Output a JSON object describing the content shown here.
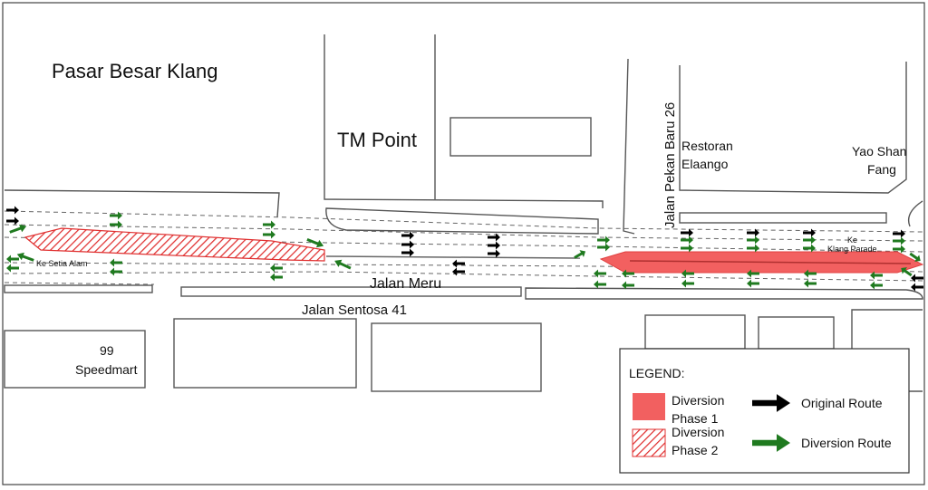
{
  "map": {
    "places": {
      "pasar": "Pasar Besar Klang",
      "tm_point": "TM Point",
      "restoran_1": "Restoran",
      "restoran_2": "Elaango",
      "yao_1": "Yao Shan",
      "yao_2": "Fang",
      "speedmart_1": "99",
      "speedmart_2": "Speedmart"
    },
    "roads": {
      "pekan_baru": "Jalan Pekan Baru 26",
      "meru": "Jalan Meru",
      "sentosa": "Jalan Sentosa 41",
      "setia_alam": "Ke Setia Alam",
      "klang_parade_1": "Ke",
      "klang_parade_2": "Klang Parade"
    }
  },
  "legend": {
    "title": "LEGEND:",
    "phase1_1": "Diversion",
    "phase1_2": "Phase 1",
    "phase2_1": "Diversion",
    "phase2_2": "Phase 2",
    "original": "Original Route",
    "diversion": "Diversion Route",
    "colors": {
      "phase": "#f26060",
      "original": "#000000",
      "diversion": "#1f7a1f"
    }
  }
}
